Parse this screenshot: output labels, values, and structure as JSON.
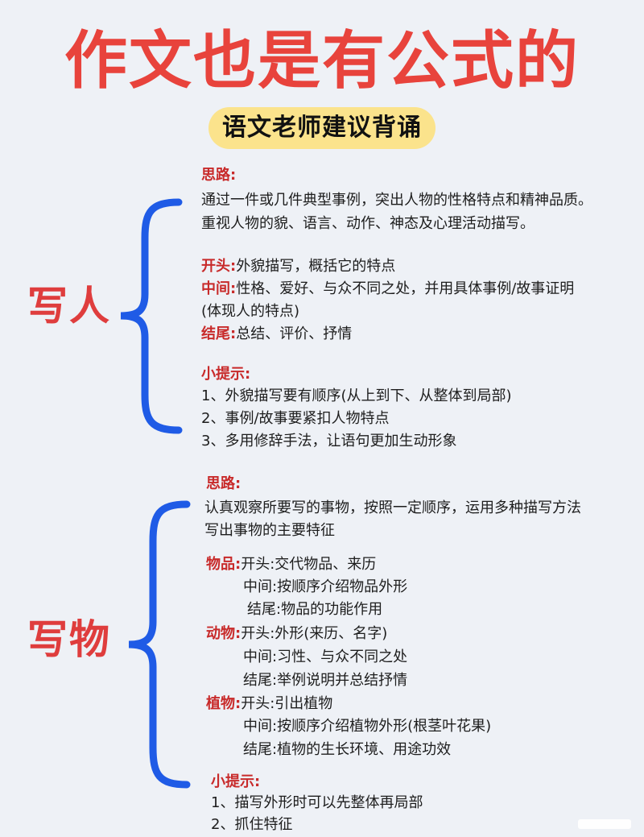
{
  "title": "作文也是有公式的",
  "subtitle": "语文老师建议背诵",
  "person": {
    "label": "写人",
    "thinking_heading": "思路:",
    "thinking_lines": [
      "通过一件或几件典型事例，突出人物的性格特点和精神品质。",
      "重视人物的貌、语言、动作、神态及心理活动描写。"
    ],
    "structure": [
      {
        "key": "开头:",
        "text": "外貌描写，概括它的特点"
      },
      {
        "key": "中间:",
        "text": "性格、爱好、与众不同之处，并用具体事例/故事证明"
      },
      {
        "key": "",
        "text": "(体现人的特点)"
      },
      {
        "key": "结尾:",
        "text": "总结、评价、抒情"
      }
    ],
    "tips_heading": "小提示:",
    "tips": [
      "1、外貌描写要有顺序(从上到下、从整体到局部)",
      "2、事例/故事要紧扣人物特点",
      "3、多用修辞手法，让语句更加生动形象"
    ]
  },
  "object": {
    "label": "写物",
    "thinking_heading": "思路:",
    "thinking_lines": [
      "认真观察所要写的事物，按照一定顺序，运用多种描写方法",
      "写出事物的主要特征"
    ],
    "categories": [
      {
        "name": "物品:",
        "lines": [
          "开头:交代物品、来历",
          "中间:按顺序介绍物品外形",
          "结尾:物品的功能作用"
        ]
      },
      {
        "name": "动物:",
        "lines": [
          "开头:外形(来历、名字)",
          "中间:习性、与众不同之处",
          "结尾:举例说明并总结抒情"
        ]
      },
      {
        "name": "植物:",
        "lines": [
          "开头:引出植物",
          "中间:按顺序介绍植物外形(根茎叶花果)",
          "结尾:植物的生长环境、用途功效"
        ]
      }
    ],
    "tips_heading": "小提示:",
    "tips": [
      "1、描写外形时可以先整体再局部",
      "2、抓住特征"
    ]
  },
  "colors": {
    "title_red": "#e8433c",
    "label_red": "#df3d3d",
    "heading_red": "#c82a2a",
    "brace_blue": "#1f5be6",
    "badge_yellow": "#fbe38c",
    "background": "#eef1f6"
  }
}
